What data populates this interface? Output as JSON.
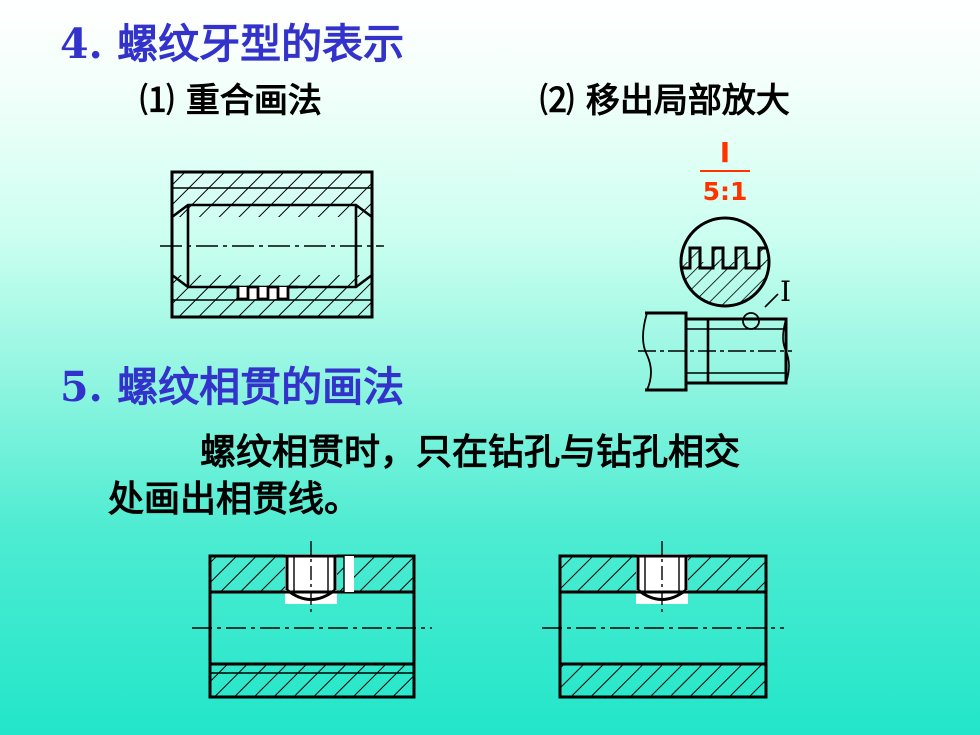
{
  "section4": {
    "number": "4.",
    "title": "螺纹牙型的表示"
  },
  "sub1": {
    "number": "⑴",
    "label": "重合画法"
  },
  "sub2": {
    "number": "⑵",
    "label": "移出局部放大"
  },
  "detail_view": {
    "numeral": "I",
    "scale": "5:1",
    "marker": "I"
  },
  "section5": {
    "number": "5.",
    "title": "螺纹相贯的画法"
  },
  "paragraph": {
    "line1": "螺纹相贯时，只在钻孔与钻孔相交",
    "line2": "处画出相贯线。"
  },
  "colors": {
    "heading": "#3333cc",
    "body_text": "#000000",
    "annotation": "#ff3300",
    "drawing_line": "#000000"
  }
}
